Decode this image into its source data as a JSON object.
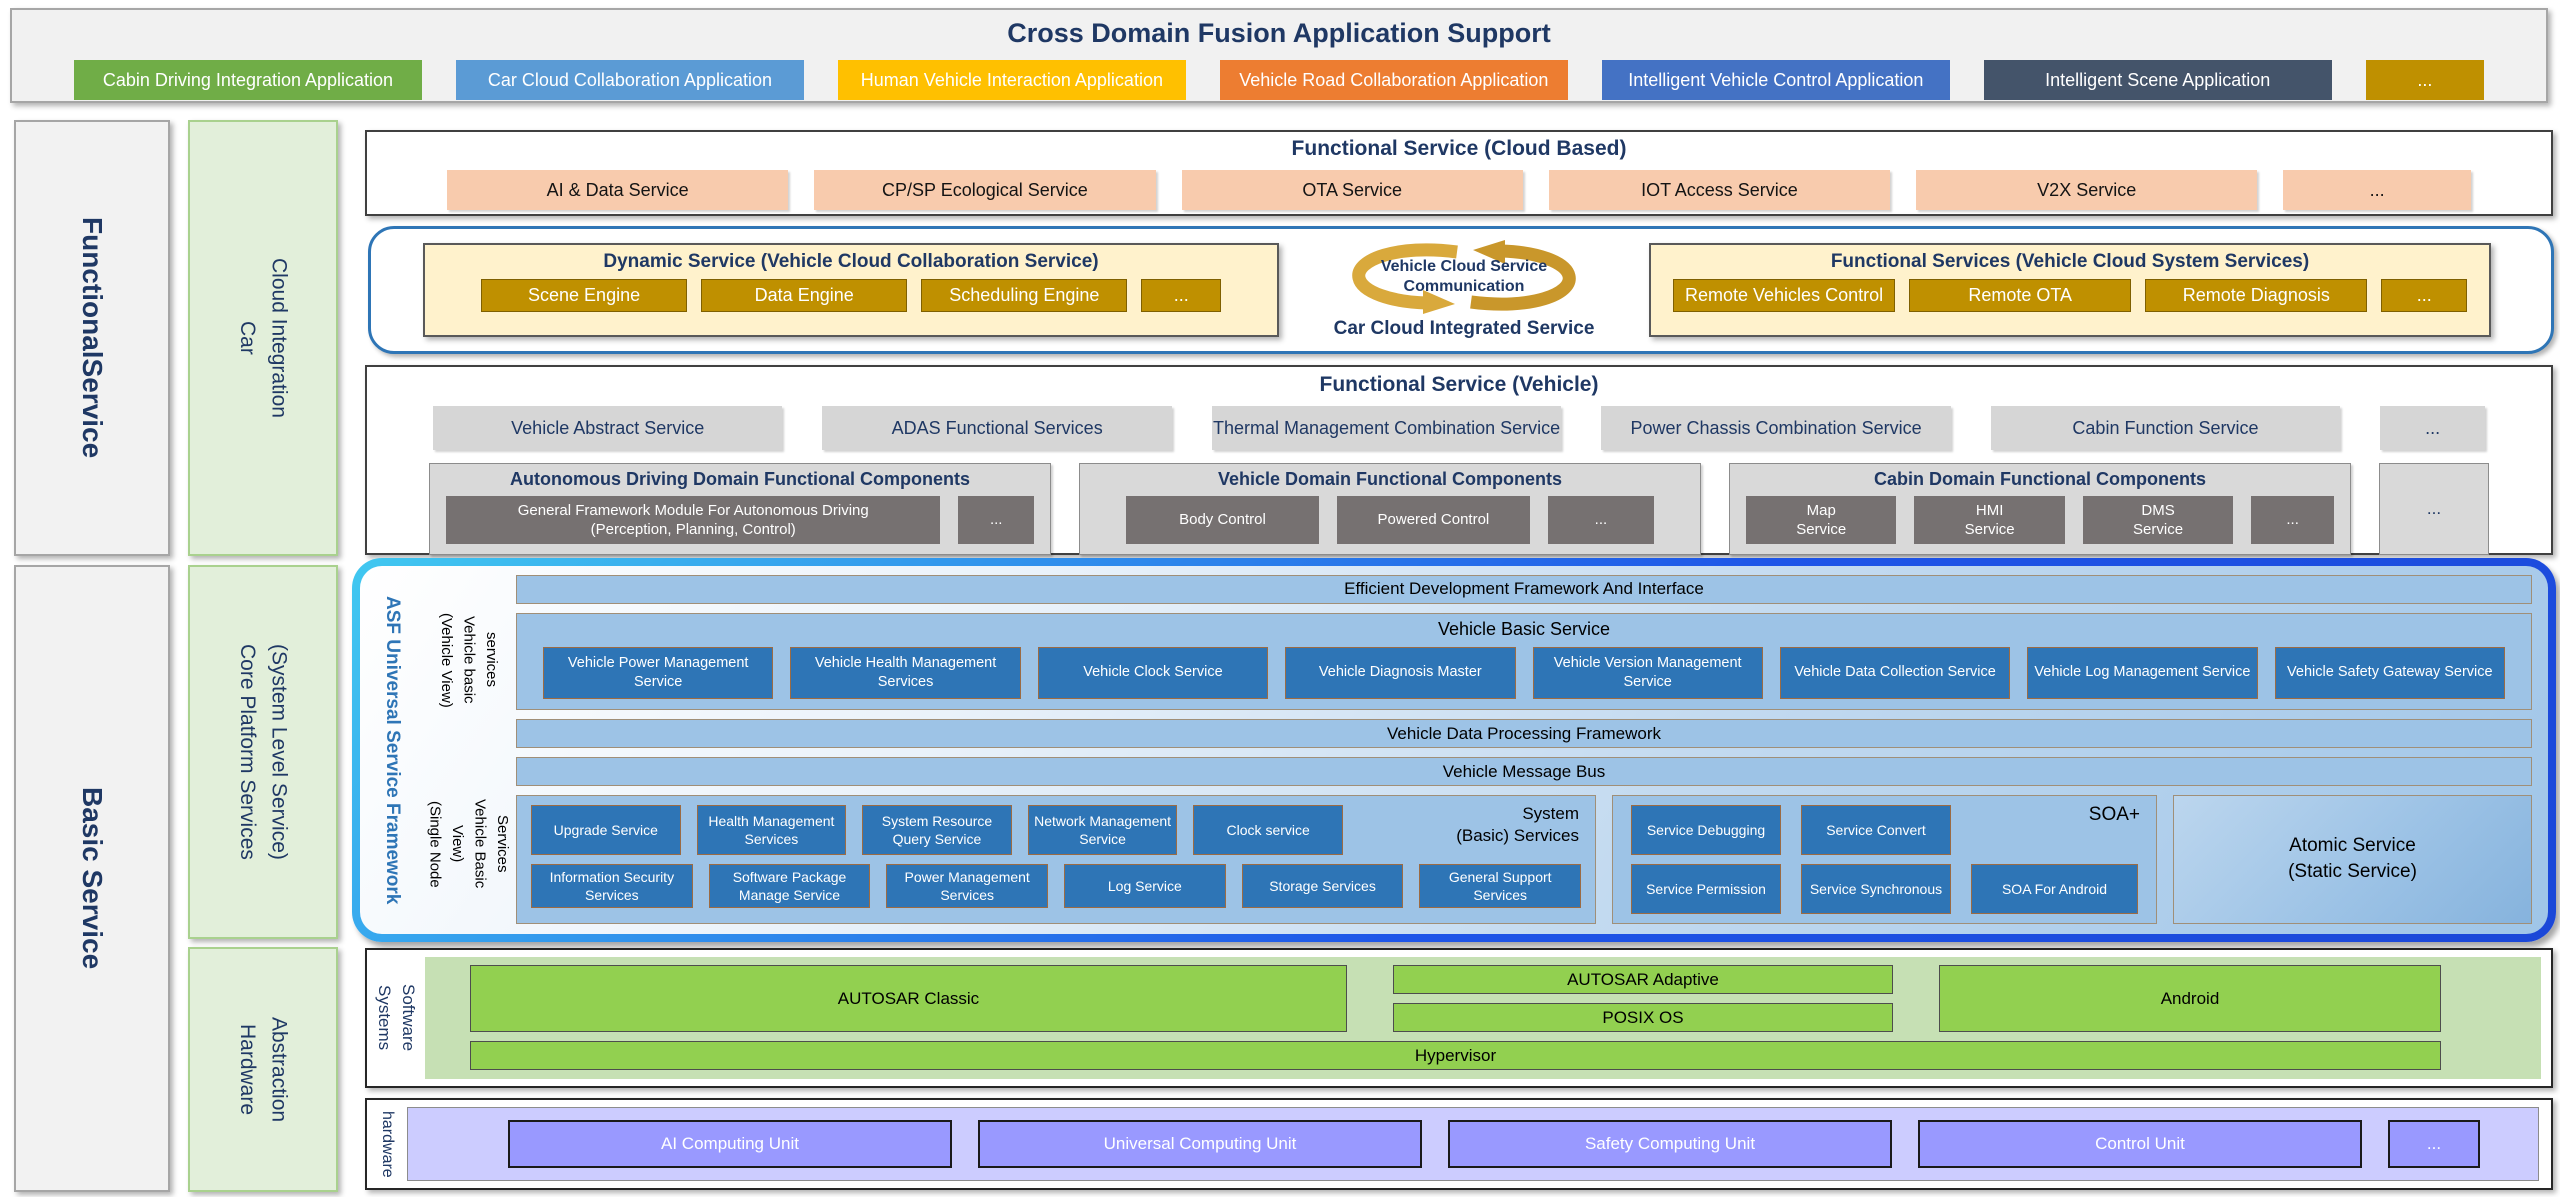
{
  "header": {
    "title": "Cross Domain Fusion Application Support",
    "apps": [
      {
        "label": "Cabin Driving Integration Application",
        "color": "#70ad47"
      },
      {
        "label": "Car Cloud Collaboration Application",
        "color": "#5b9bd5"
      },
      {
        "label": "Human Vehicle Interaction Application",
        "color": "#ffc000"
      },
      {
        "label": "Vehicle Road Collaboration Application",
        "color": "#ed7d31"
      },
      {
        "label": "Intelligent Vehicle Control Application",
        "color": "#4472c4"
      },
      {
        "label": "Intelligent Scene Application",
        "color": "#44546a"
      },
      {
        "label": "...",
        "color": "#bf9000"
      }
    ]
  },
  "side": {
    "functional_service": "FunctionalService",
    "basic_service": "Basic Service",
    "car_cloud_integration": "Car\nCloud Integration",
    "core_platform": "Core Platform Services\n(System Level Service)",
    "hardware_abstraction": "Hardware\nAbstraction"
  },
  "cloud_based": {
    "title": "Functional Service (Cloud Based)",
    "services": [
      "AI & Data Service",
      "CP/SP Ecological Service",
      "OTA Service",
      "IOT Access Service",
      "V2X Service",
      "..."
    ]
  },
  "car_cloud_collab": {
    "dynamic": {
      "title": "Dynamic Service (Vehicle Cloud Collaboration Service)",
      "engines": [
        "Scene Engine",
        "Data Engine",
        "Scheduling Engine",
        "..."
      ]
    },
    "communication": {
      "label": "Vehicle Cloud Service\nCommunication",
      "caption": "Car Cloud Integrated Service"
    },
    "system_services": {
      "title": "Functional Services (Vehicle Cloud System Services)",
      "services": [
        "Remote Vehicles Control",
        "Remote OTA",
        "Remote Diagnosis",
        "..."
      ]
    }
  },
  "vehicle_functional": {
    "title": "Functional Service (Vehicle)",
    "services": [
      "Vehicle Abstract Service",
      "ADAS Functional Services",
      "Thermal Management Combination Service",
      "Power Chassis Combination Service",
      "Cabin Function Service",
      "..."
    ],
    "domains": [
      {
        "title": "Autonomous Driving Domain Functional Components",
        "components": [
          "General Framework Module For Autonomous Driving\n(Perception, Planning, Control)",
          "..."
        ]
      },
      {
        "title": "Vehicle Domain Functional Components",
        "components": [
          "Body Control",
          "Powered Control",
          "..."
        ]
      },
      {
        "title": "Cabin Domain Functional Components",
        "components": [
          "Map\nService",
          "HMI\nService",
          "DMS\nService",
          "..."
        ]
      }
    ],
    "more": "..."
  },
  "asf": {
    "frame_label": "ASF Universal Service Framework",
    "vehicle_view_label": "(Vehicle View)\nVehicle basic\nservices",
    "single_node_label": "(Single Node\nView)\nVehicle Basic\nServices",
    "efficient_bar": "Efficient Development Framework And Interface",
    "vehicle_basic": {
      "title": "Vehicle Basic Service",
      "services": [
        "Vehicle Power Management Service",
        "Vehicle Health Management Services",
        "Vehicle Clock Service",
        "Vehicle Diagnosis Master",
        "Vehicle Version Management Service",
        "Vehicle Data Collection Service",
        "Vehicle Log Management Service",
        "Vehicle Safety Gateway Service"
      ]
    },
    "data_processing_bar": "Vehicle Data Processing Framework",
    "message_bus_bar": "Vehicle Message Bus",
    "system_basic": {
      "label": "System\n(Basic) Services",
      "row1": [
        "Upgrade Service",
        "Health Management Services",
        "System Resource Query Service",
        "Network Management Service",
        "Clock service"
      ],
      "row2": [
        "Information Security Services",
        "Software Package Manage Service",
        "Power Management Services",
        "Log Service",
        "Storage Services",
        "General Support Services"
      ]
    },
    "soa": {
      "label": "SOA+",
      "row1": [
        "Service Debugging",
        "Service Convert"
      ],
      "row2": [
        "Service Permission",
        "Service Synchronous",
        "SOA For Android"
      ]
    },
    "atomic": "Atomic Service\n(Static Service)"
  },
  "systems_software": {
    "label": "Systems\nSoftware",
    "autosar_classic": "AUTOSAR Classic",
    "autosar_adaptive": "AUTOSAR Adaptive",
    "posix": "POSIX OS",
    "android": "Android",
    "hypervisor": "Hypervisor"
  },
  "hardware": {
    "label": "hardware",
    "units": [
      "AI Computing Unit",
      "Universal Computing Unit",
      "Safety Computing Unit",
      "Control Unit",
      "..."
    ]
  },
  "colors": {
    "navy": "#1f3864",
    "asf_blue": "#2e75b6",
    "bar_blue": "#9dc3e6",
    "button_blue": "#2e75b6",
    "peach": "#f8cbad",
    "gold": "#bf9000",
    "cream": "#fff2cc",
    "green": "#92d050",
    "light_green": "#c6e0b4",
    "purple": "#9999ff",
    "light_purple": "#ccccff"
  }
}
